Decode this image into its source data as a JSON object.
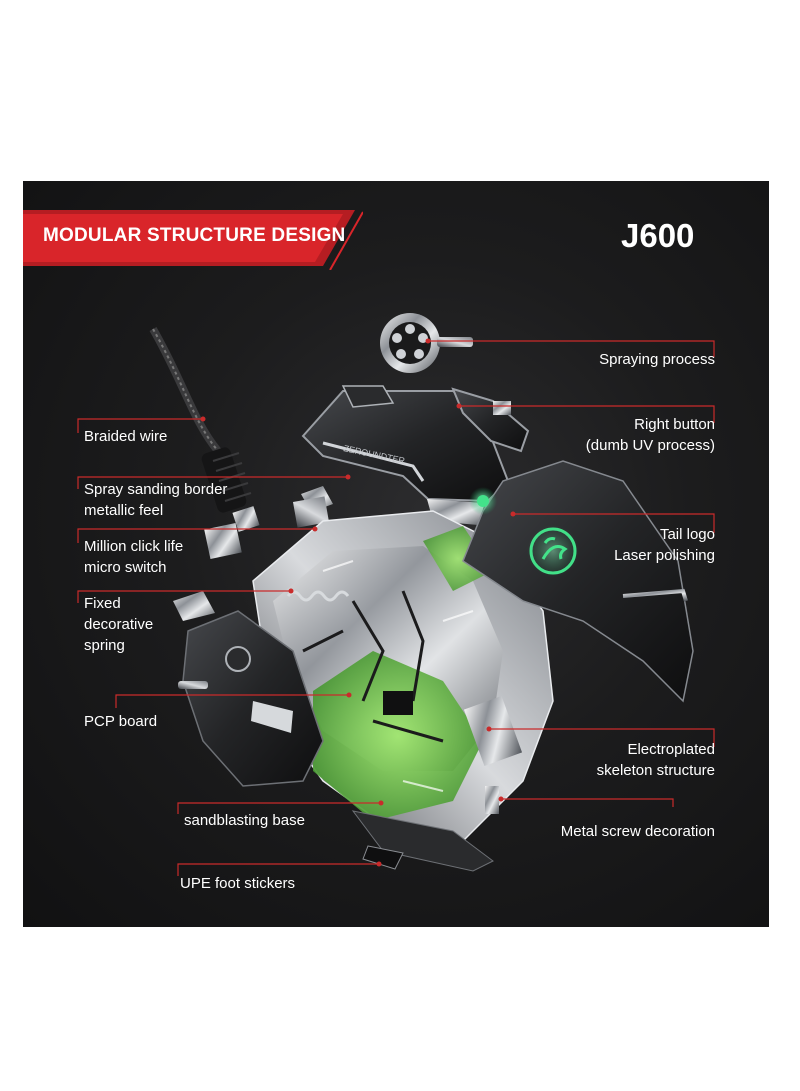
{
  "header": {
    "title": "MODULAR STRUCTURE DESIGN",
    "model": "J600"
  },
  "colors": {
    "background": "#1c1c1d",
    "accent_red": "#d9252a",
    "leader_line": "#c92b2b",
    "text": "#ffffff",
    "led_green": "#43e38a"
  },
  "callouts": {
    "braided_wire": "Braided wire",
    "spray_sanding": [
      "Spray sanding border",
      "metallic feel"
    ],
    "micro_switch": [
      "Million click life",
      "micro switch"
    ],
    "spring": [
      "Fixed",
      "decorative",
      "spring"
    ],
    "pcb": "PCP board",
    "base": "sandblasting base",
    "foot": "UPE foot stickers",
    "spraying": "Spraying process",
    "right_button": [
      "Right button",
      "(dumb UV process)"
    ],
    "tail_logo": [
      "Tail logo",
      "Laser polishing"
    ],
    "skeleton": [
      "Electroplated",
      "skeleton structure"
    ],
    "screw": "Metal screw decoration"
  },
  "illustration": {
    "subject": "exploded-view-gaming-mouse",
    "icons": [
      "scorpion-logo-icon"
    ]
  }
}
